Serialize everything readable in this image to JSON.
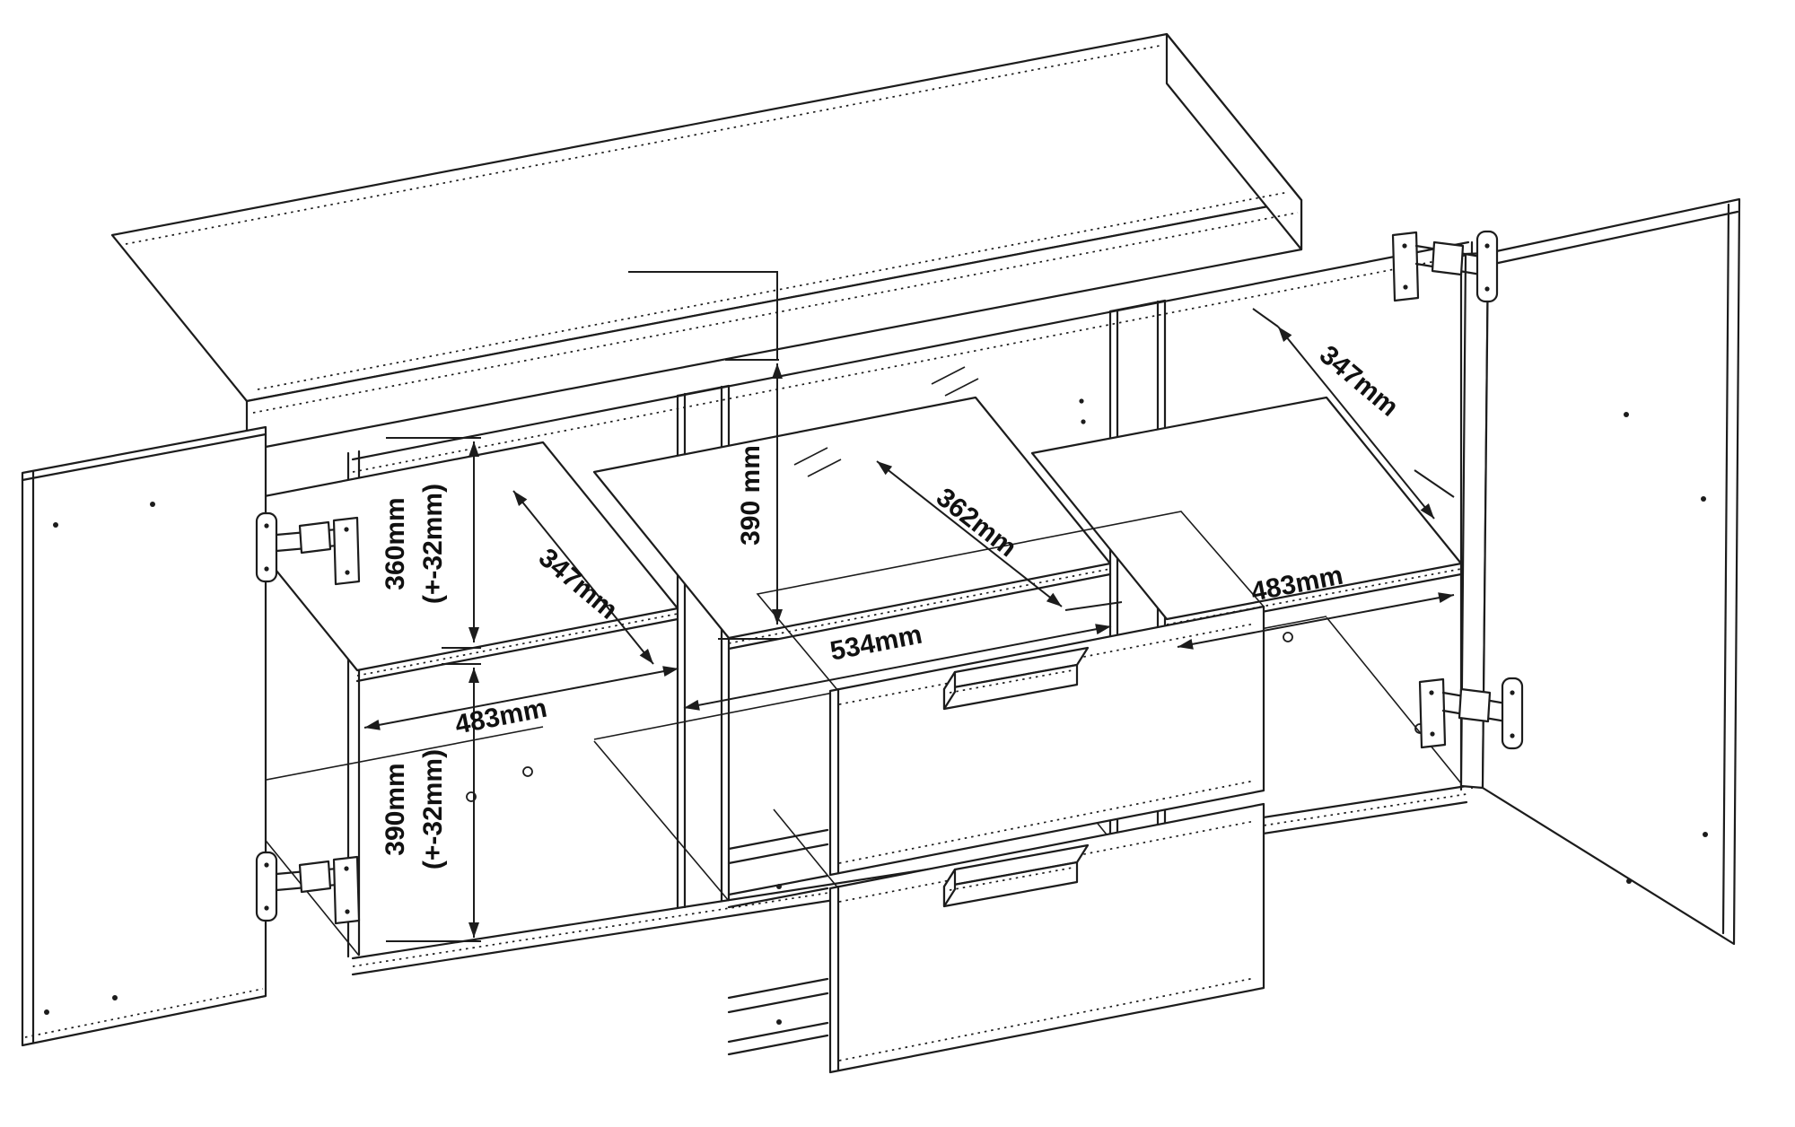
{
  "diagram": {
    "colors": {
      "line": "#1c1c1c",
      "background": "#ffffff"
    },
    "dimensions": {
      "left_upper_height": "360mm",
      "left_upper_tolerance": "(+-32mm)",
      "left_lower_height": "390mm",
      "left_lower_tolerance": "(+-32mm)",
      "left_shelf_depth": "347mm",
      "left_inner_width": "483mm",
      "center_height": "390 mm",
      "center_glass_depth": "362mm",
      "center_inner_width": "534mm",
      "right_shelf_depth": "347mm",
      "right_inner_width": "483mm"
    }
  }
}
